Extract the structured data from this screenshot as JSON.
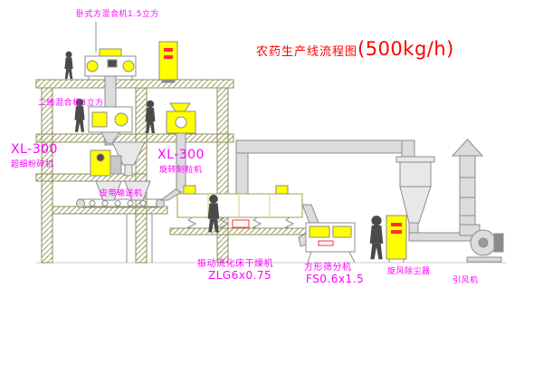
{
  "title": {
    "name": "农药生产线流程图",
    "capacity": "(500kg/h)"
  },
  "labels": {
    "horizontal_mixer": "卧式方混合机1.5立方",
    "two_dim_mixer": "二维混合机3立方",
    "mill_model": "XL-300",
    "mill_name": "超细粉碎机",
    "granulator_model": "XL-300",
    "granulator_name": "旋转制粒机",
    "belt_conveyor": "皮带输送机",
    "dryer_name": "振动流化床干燥机",
    "dryer_model": "ZLG6x0.75",
    "sieve_name": "方形筛分机",
    "sieve_model": "FS0.6x1.5",
    "cyclone": "旋风除尘器",
    "fan": "引风机"
  },
  "colors": {
    "label_magenta": "#ff00ff",
    "title_red": "#ff0000",
    "equipment_yellow": "#ffff00",
    "structure_olive": "#8f8f57",
    "line_gray": "#8c8c8c"
  }
}
